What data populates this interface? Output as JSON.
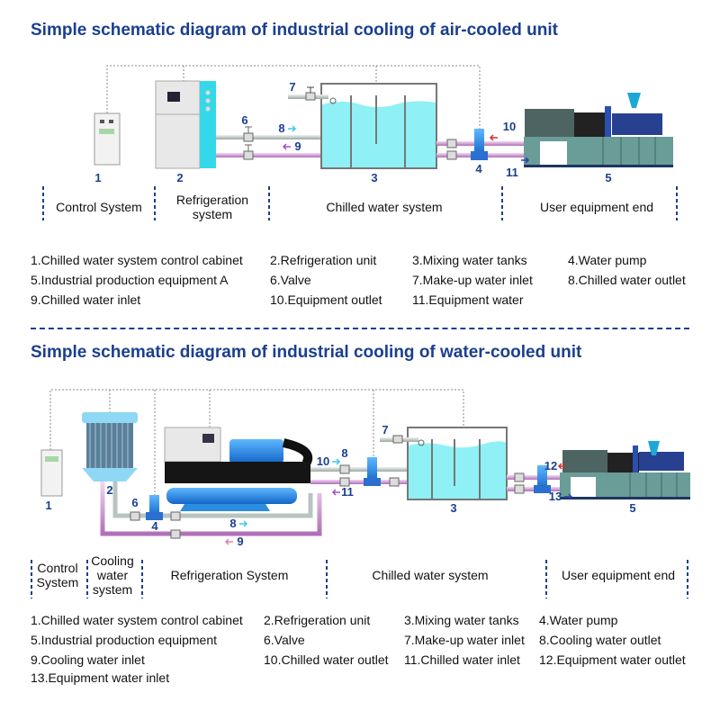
{
  "air": {
    "title": "Simple schematic diagram of industrial cooling of air-cooled unit",
    "numbers": [
      "1",
      "2",
      "3",
      "4",
      "5",
      "6",
      "7",
      "8",
      "9",
      "10",
      "11"
    ],
    "sections": [
      "Control System",
      "Refrigeration",
      "system",
      "Chilled water system",
      "User equipment end"
    ],
    "legend": [
      "1.Chilled water system control cabinet",
      "2.Refrigeration unit",
      "3.Mixing water tanks",
      "4.Water pump",
      "5.Industrial production equipment A",
      "6.Valve",
      "7.Make-up water inlet",
      "8.Chilled water outlet",
      "9.Chilled water inlet",
      "10.Equipment outlet",
      "11.Equipment water"
    ]
  },
  "water": {
    "title": "Simple schematic diagram of industrial cooling of water-cooled unit",
    "numbers": [
      "1",
      "2",
      "3",
      "4",
      "5",
      "6",
      "7",
      "8",
      "9",
      "10",
      "8",
      "11",
      "12",
      "13"
    ],
    "sections": [
      "Control",
      "System",
      "Cooling",
      "water",
      "system",
      "Refrigeration System",
      "Chilled water system",
      "User equipment end"
    ],
    "legend": [
      "1.Chilled water system control cabinet",
      "2.Refrigeration unit",
      "3.Mixing water tanks",
      "4.Water pump",
      "5.Industrial production equipment",
      "6.Valve",
      "7.Make-up water inlet",
      "8.Cooling water outlet",
      "9.Cooling water inlet",
      "10.Chilled water outlet",
      "11.Chilled water inlet",
      "12.Equipment water outlet",
      "13.Equipment water inlet"
    ]
  },
  "colors": {
    "title": "#1b3f8f",
    "water": "#8ff0f5",
    "pipe_outlet": "#c9d3cf",
    "pipe_inlet": "#d8a6d8",
    "arrow_out": "#3fc8e8",
    "arrow_in": "#a050c8"
  }
}
